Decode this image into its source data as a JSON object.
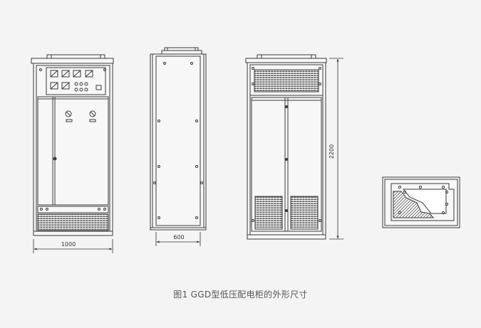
{
  "dimensions": {
    "front_width": "1000",
    "side_depth": "600",
    "height": "2200"
  },
  "caption": "图1 GGD型低压配电柜的外形尺寸",
  "colors": {
    "background": "#f4f4f4",
    "line": "#3a3a3a",
    "panel_fill": "#f7f7f7"
  }
}
